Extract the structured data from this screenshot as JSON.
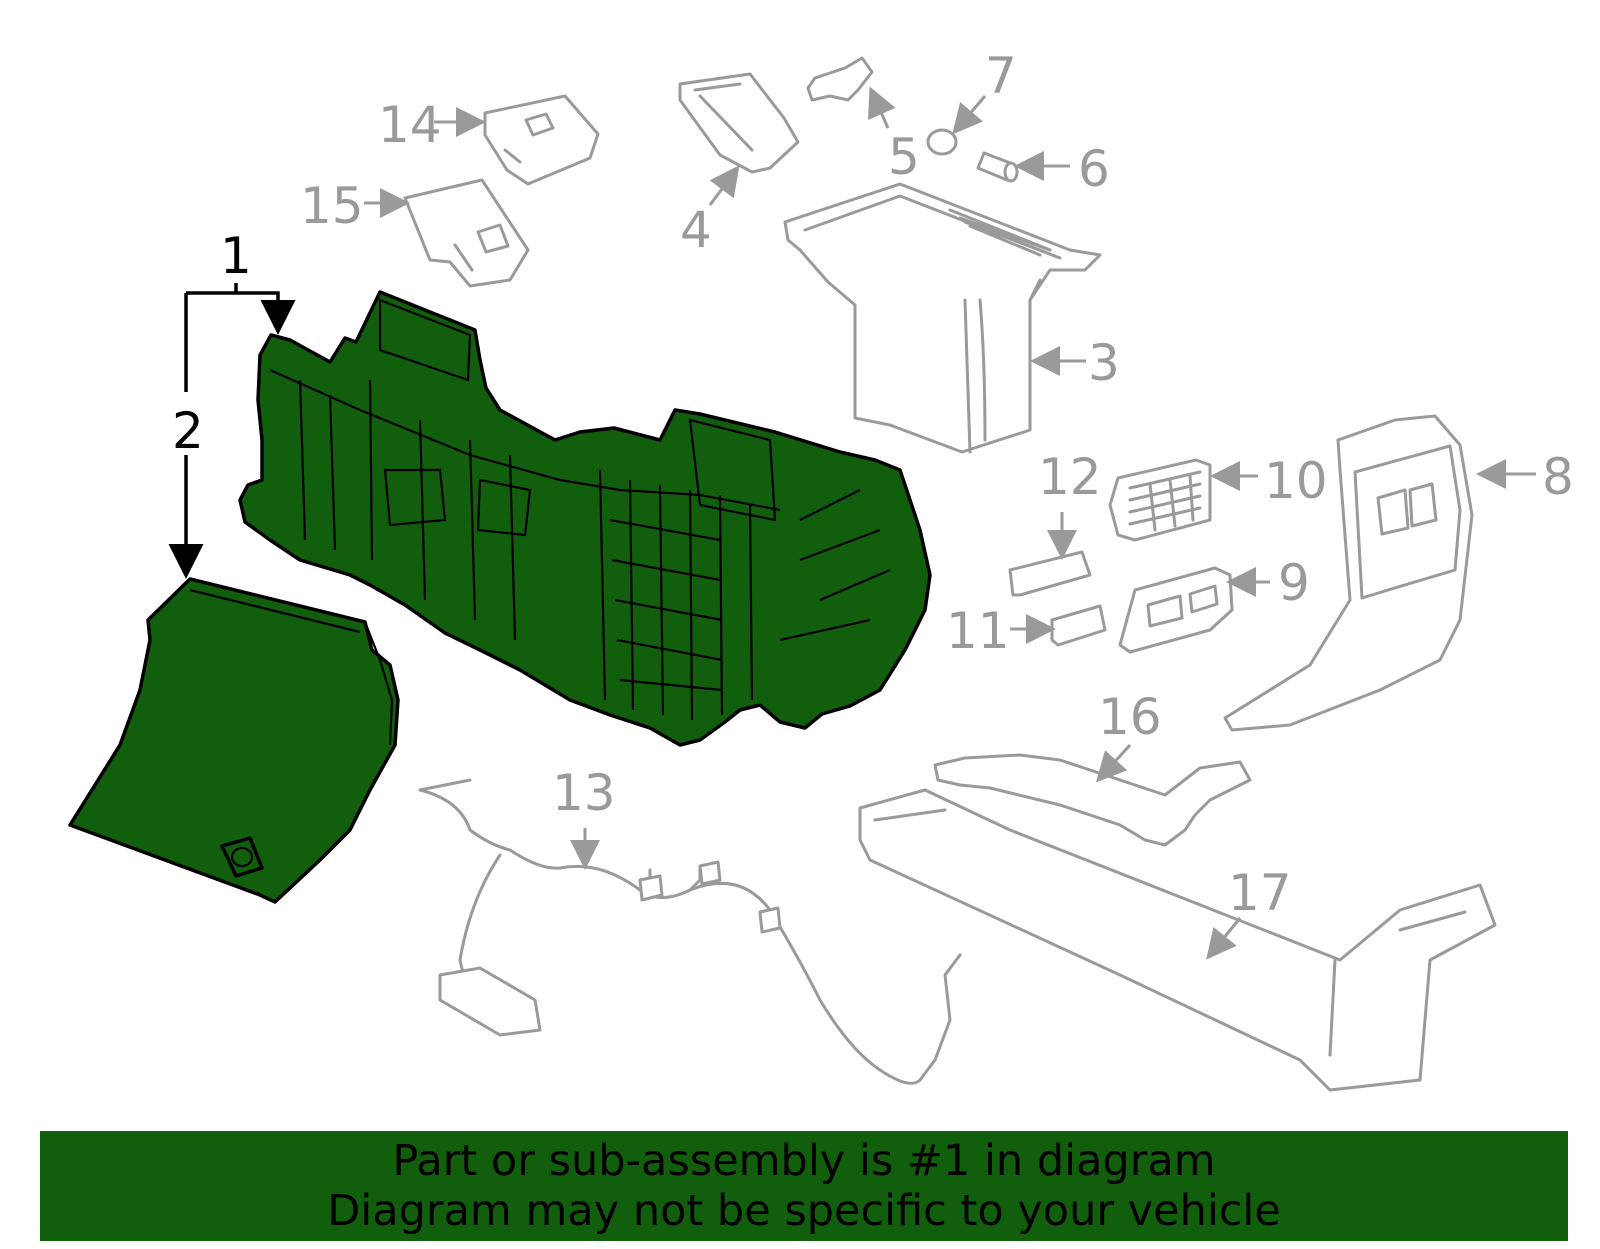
{
  "colors": {
    "highlight_fill": "#115e0c",
    "inactive_part": "#9a9a9a",
    "outline": "#000000"
  },
  "callouts": {
    "c1": "1",
    "c2": "2",
    "c3": "3",
    "c4": "4",
    "c5": "5",
    "c6": "6",
    "c7": "7",
    "c8": "8",
    "c9": "9",
    "c10": "10",
    "c11": "11",
    "c12": "12",
    "c13": "13",
    "c14": "14",
    "c15": "15",
    "c16": "16",
    "c17": "17"
  },
  "highlighted_part": "1",
  "banner": {
    "line1": "Part or sub-assembly is #1 in diagram",
    "line2": "Diagram may not be specific to your vehicle"
  }
}
